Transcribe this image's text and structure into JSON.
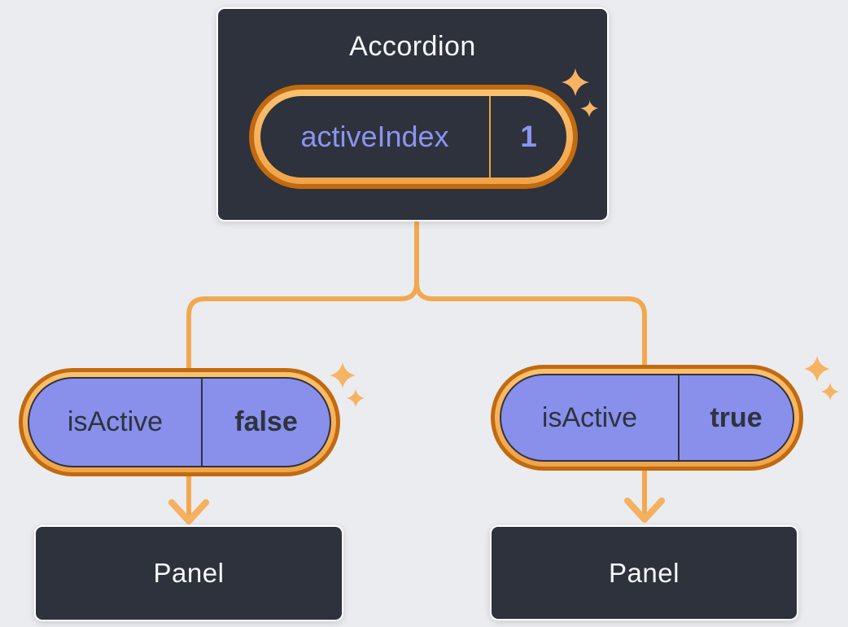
{
  "diagram": {
    "description": "React component tree showing lifted state: Accordion holds activeIndex, passes isActive down to two Panels",
    "root_component": {
      "name": "Accordion",
      "state": {
        "key": "activeIndex",
        "value": "1"
      }
    },
    "children": [
      {
        "prop": {
          "key": "isActive",
          "value": "false"
        },
        "component": "Panel"
      },
      {
        "prop": {
          "key": "isActive",
          "value": "true"
        },
        "component": "Panel"
      }
    ],
    "colors": {
      "background": "#EBECF0",
      "card_dark": "#2D323C",
      "card_border": "#FFFFFF",
      "connector_orange": "#F2A851",
      "ring_outer_orange": "#C16A10",
      "ring_inner_orange": "#F8B765",
      "pill_purple": "#8890EC",
      "purple_text": "#8C94F0",
      "dark_text": "#2E333D",
      "white_text": "#F7F8FA",
      "sparkle": "#F7B364"
    }
  }
}
